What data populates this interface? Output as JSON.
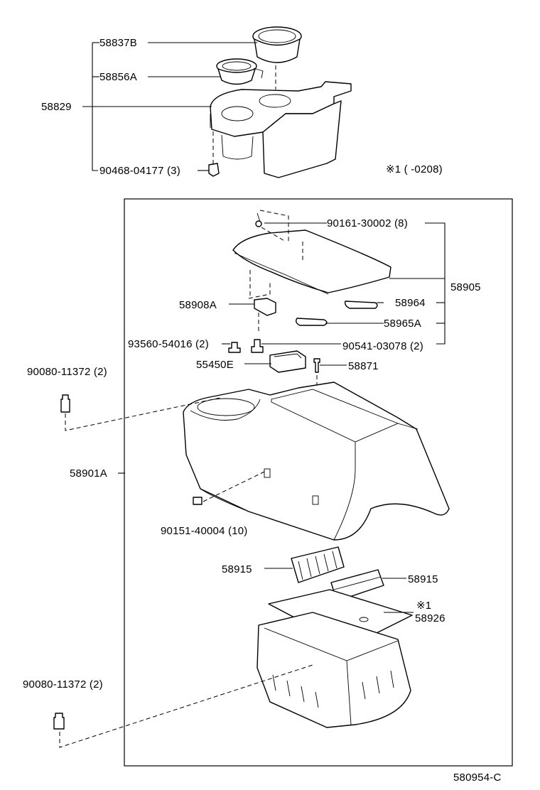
{
  "labels": {
    "p58837B": "58837B",
    "p58856A": "58856A",
    "p58829": "58829",
    "p90468": "90468-04177 (3)",
    "note1": "※1 (      -0208)",
    "p90161": "90161-30002 (8)",
    "p58905": "58905",
    "p58908A": "58908A",
    "p58964": "58964",
    "p58965A": "58965A",
    "p93560": "93560-54016 (2)",
    "p90541": "90541-03078 (2)",
    "p55450E": "55450E",
    "p58871": "58871",
    "p90080a": "90080-11372 (2)",
    "p58901A": "58901A",
    "p90151": "90151-40004 (10)",
    "p58915a": "58915",
    "p58915b": "58915",
    "mark1": "※1",
    "p58926": "58926",
    "p90080b": "90080-11372 (2)",
    "figure_code": "580954-C"
  }
}
